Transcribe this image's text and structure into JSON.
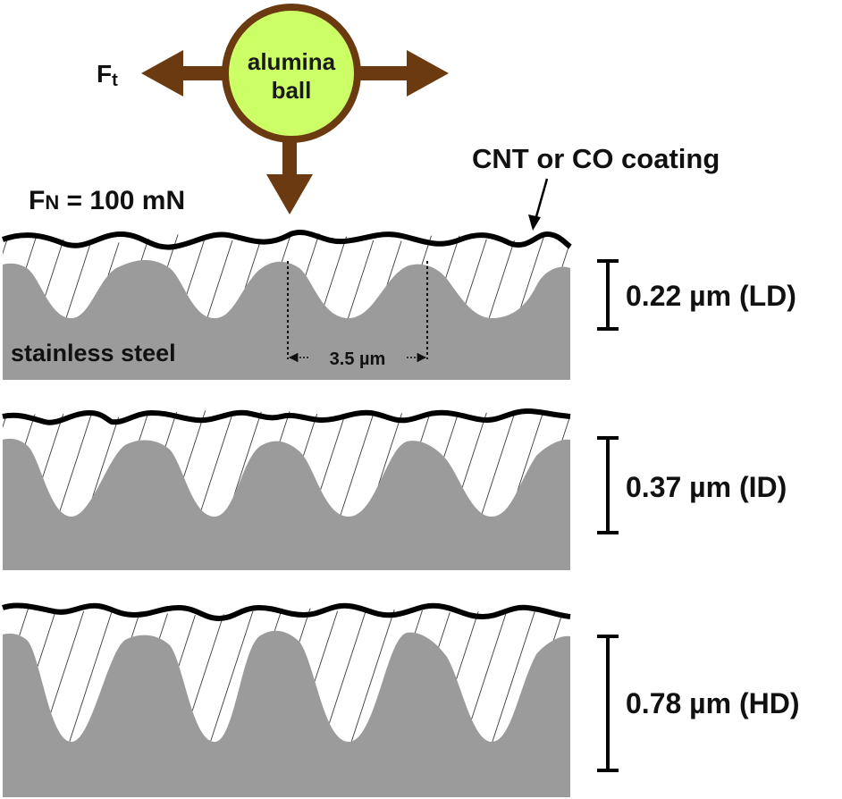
{
  "ball": {
    "line1": "alumina",
    "line2": "ball",
    "fill_color": "#ccff66",
    "stroke_color": "#6b3a10"
  },
  "forces": {
    "tangential_main": "F",
    "tangential_sub": "t",
    "normal_main": "F",
    "normal_sub": "N",
    "normal_value": " = 100 mN",
    "arrow_color": "#6b3a10"
  },
  "coating_label": "CNT or CO coating",
  "substrate_label": "stainless steel",
  "period_label": "3.5 µm",
  "steel_color": "#9b9b9b",
  "panels": [
    {
      "roughness_label": "0.22 µm (LD)"
    },
    {
      "roughness_label": "0.37 µm (ID)"
    },
    {
      "roughness_label": "0.78 µm (HD)"
    }
  ]
}
